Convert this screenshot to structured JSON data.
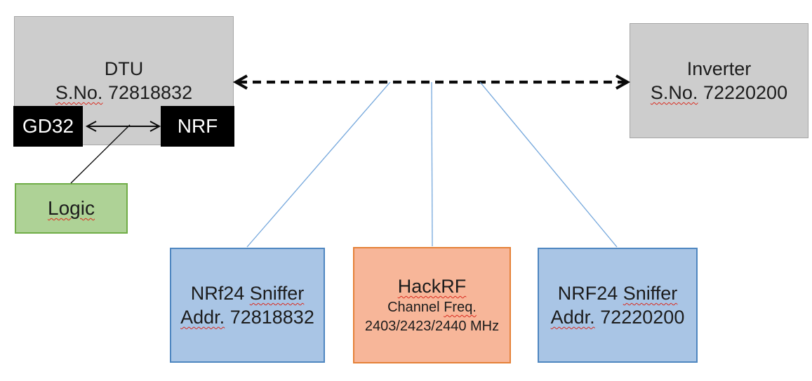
{
  "colors": {
    "gray-fill": "#cdcdcd",
    "gray-border": "#a6a6a6",
    "black-fill": "#000000",
    "green-fill": "#aed296",
    "green-border": "#70ad47",
    "blue-fill": "#a9c5e5",
    "blue-border": "#4e86c0",
    "orange-fill": "#f7b699",
    "orange-border": "#e58138",
    "connector-blue": "#74a7dc",
    "line-black": "#0a0a0a",
    "squiggle-red": "#d92b1f"
  },
  "nodes": {
    "dtu": {
      "title": "DTU",
      "serial_label": "S.No.",
      "serial_number": "72818832"
    },
    "gd32": {
      "label": "GD32"
    },
    "nrf": {
      "label": "NRF"
    },
    "logic": {
      "label": "Logic"
    },
    "inverter": {
      "title": "Inverter",
      "serial_label": "S.No.",
      "serial_number": "72220200"
    },
    "sniffer_left": {
      "name_prefix": "NRf24",
      "name_suffix": "Sniffer",
      "addr_label": "Addr.",
      "addr_number": "72818832"
    },
    "hackrf": {
      "title": "HackRF",
      "freq_prefix": "Channel",
      "freq_label": "Freq.",
      "freq_value": "2403/2423/2440 MHz"
    },
    "sniffer_right": {
      "name_prefix": "NRF24",
      "name_suffix": "Sniffer",
      "addr_label": "Addr.",
      "addr_number": "72220200"
    }
  }
}
